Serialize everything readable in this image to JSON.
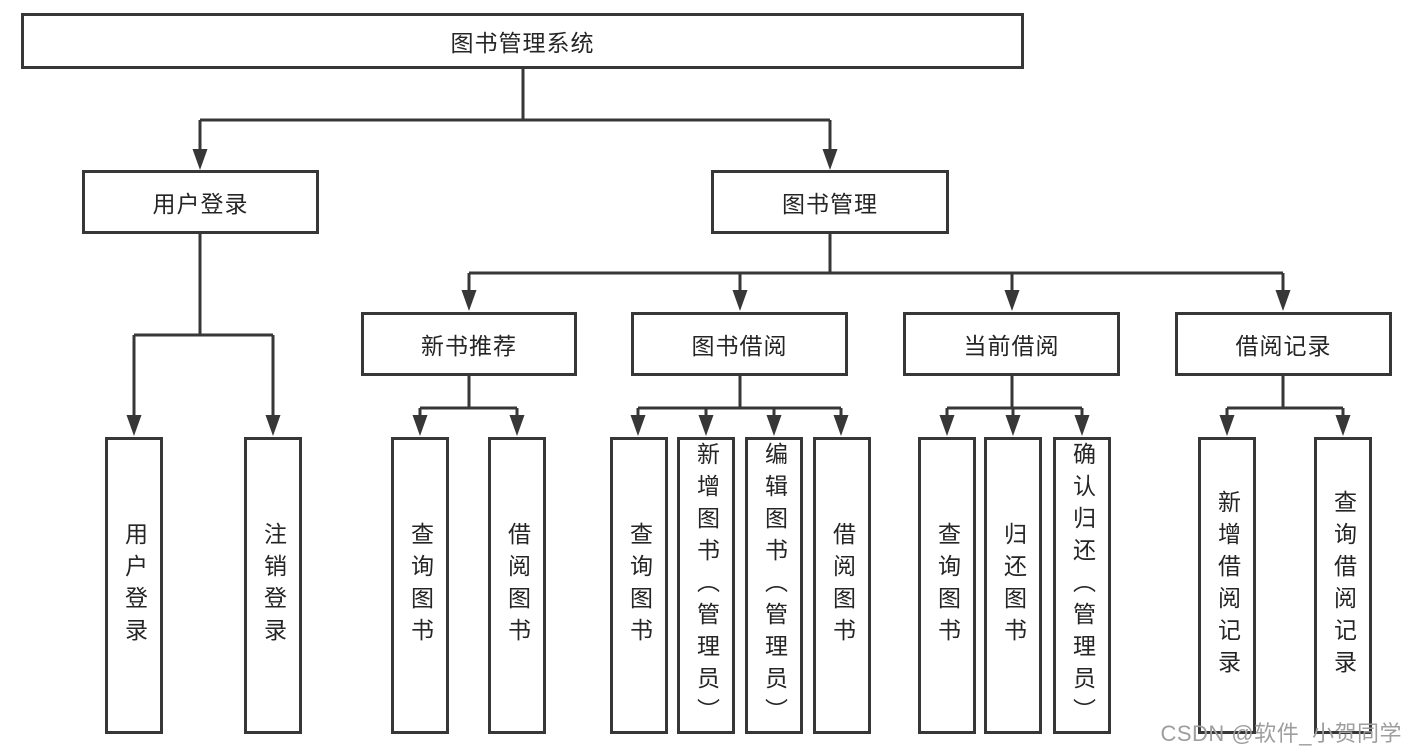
{
  "colors": {
    "line": "#373737",
    "box_border": "#373737",
    "box_fill": "#ffffff",
    "text": "#252525",
    "watermark": "#9e9e9e",
    "background": "#ffffff"
  },
  "tree": {
    "root": "图书管理系统",
    "branches": [
      {
        "label": "用户登录",
        "children": [
          {
            "label": "用户登录"
          },
          {
            "label": "注销登录"
          }
        ]
      },
      {
        "label": "图书管理",
        "children": [
          {
            "label": "新书推荐",
            "children": [
              {
                "label": "查询图书"
              },
              {
                "label": "借阅图书"
              }
            ]
          },
          {
            "label": "图书借阅",
            "children": [
              {
                "label": "查询图书"
              },
              {
                "label": "新增图书（管理员）"
              },
              {
                "label": "编辑图书（管理员）"
              },
              {
                "label": "借阅图书"
              }
            ]
          },
          {
            "label": "当前借阅",
            "children": [
              {
                "label": "查询图书"
              },
              {
                "label": "归还图书"
              },
              {
                "label": "确认归还（管理员）"
              }
            ]
          },
          {
            "label": "借阅记录",
            "children": [
              {
                "label": "新增借阅记录"
              },
              {
                "label": "查询借阅记录"
              }
            ]
          }
        ]
      }
    ]
  },
  "watermark": {
    "text": "CSDN @软件_小贺同学"
  }
}
